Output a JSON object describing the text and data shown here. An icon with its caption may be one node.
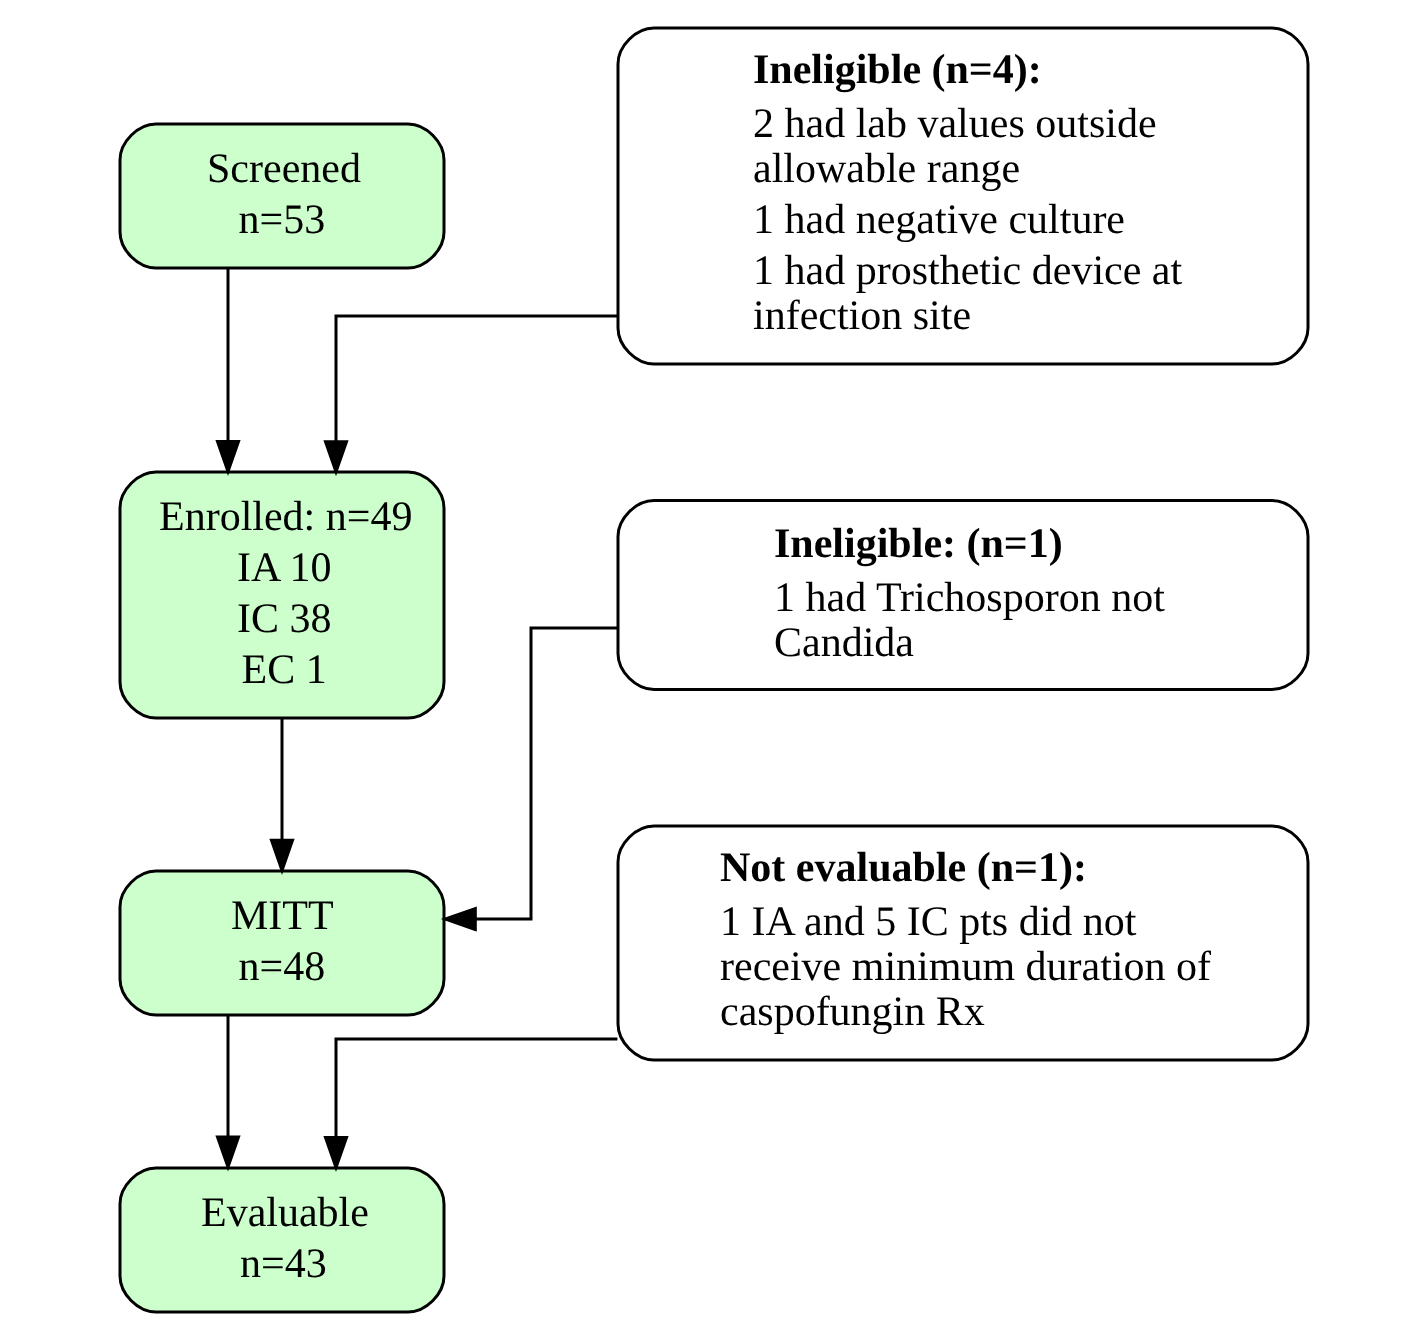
{
  "diagram": {
    "nodes": [
      {
        "text": [
          "Screened",
          "n=53"
        ]
      },
      {
        "text": [
          "Ineligible (n=4):",
          "2 had lab values outside allowable range",
          "1 had negative culture",
          "1 had prosthetic device at infection site"
        ]
      },
      {
        "text": [
          "Enrolled: n=49",
          "IA 10",
          "IC 38",
          "EC 1"
        ]
      },
      {
        "text": [
          "Ineligible: (n=1)",
          "1 had Trichosporon not Candida"
        ]
      },
      {
        "text": [
          "MITT",
          "n=48"
        ]
      },
      {
        "text": [
          "Not evaluable (n=1):",
          "1 IA and 5 IC pts did not receive minimum duration of caspofungin Rx"
        ]
      },
      {
        "text": [
          "Evaluable",
          "n=43"
        ]
      }
    ],
    "edges": [
      {
        "from": 0,
        "to": 2,
        "arrow": "to"
      },
      {
        "from": 1,
        "to": 2,
        "arrow": "to"
      },
      {
        "from": 2,
        "to": 4,
        "arrow": "to"
      },
      {
        "from": 3,
        "to": 4,
        "arrow": "to"
      },
      {
        "from": 4,
        "to": 6,
        "arrow": "to"
      },
      {
        "from": 5,
        "to": 6,
        "arrow": "to"
      }
    ]
  }
}
